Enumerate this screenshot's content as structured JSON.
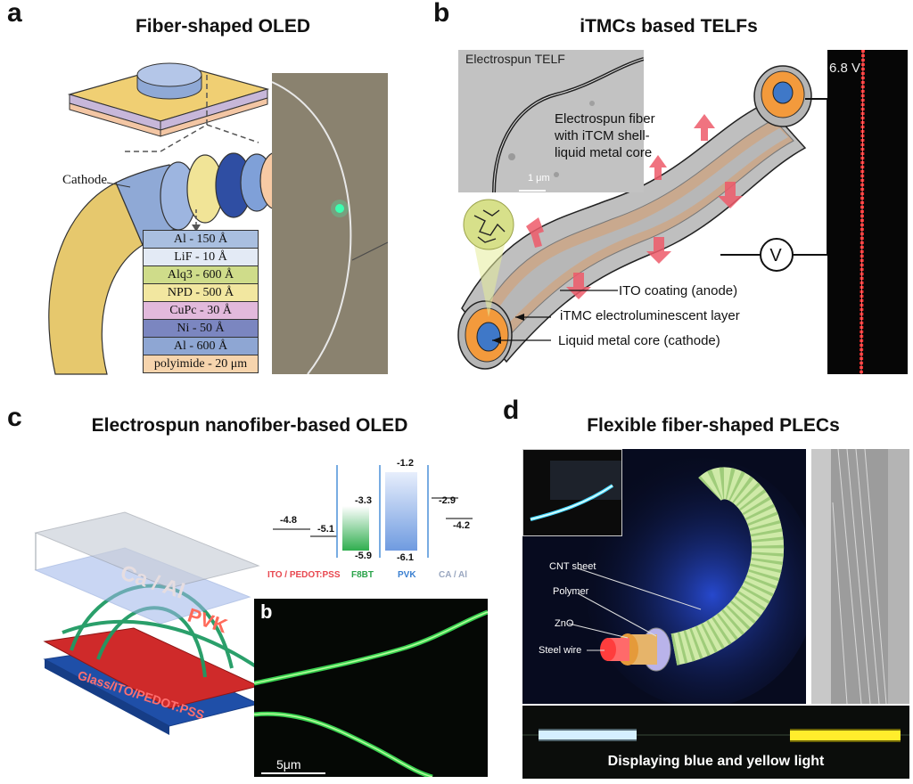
{
  "panels": {
    "a": {
      "letter": "a",
      "title": "Fiber-shaped OLED",
      "cathode_label": "Cathode",
      "layers": [
        {
          "label": "Al - 150 Å",
          "color": "#a9bfe0"
        },
        {
          "label": "LiF - 10 Å",
          "color": "#e3eaf5"
        },
        {
          "label": "Alq3 - 600 Å",
          "color": "#cfdc8a"
        },
        {
          "label": "NPD - 500 Å",
          "color": "#f2e7a0"
        },
        {
          "label": "CuPc - 30 Å",
          "color": "#e2b9dc"
        },
        {
          "label": "Ni - 50 Å",
          "color": "#7b86c0"
        },
        {
          "label": "Al - 600 Å",
          "color": "#8ea6d3"
        },
        {
          "label": "polyimide - 20 μm",
          "color": "#f6d4ad"
        }
      ]
    },
    "b": {
      "letter": "b",
      "title": "iTMCs based TELFs",
      "inset_label": "Electrospun TELF",
      "scale_label": "1 μm",
      "fiber_note_1": "Electrospun fiber",
      "fiber_note_2": "with iTCM shell-",
      "fiber_note_3": "liquid metal core",
      "voltage_symbol": "V",
      "voltage_reading": "6.8 V",
      "label_anode": "ITO coating (anode)",
      "label_layer": "iTMC electroluminescent layer",
      "label_core": "Liquid metal core (cathode)"
    },
    "c": {
      "letter": "c",
      "title": "Electrospun nanofiber-based OLED",
      "layer_labels": [
        "Ca / Al",
        "PVK",
        "Glass/ITO/PEDOT:PSS"
      ],
      "inset_letter": "b",
      "scale_label": "5μm",
      "energy": {
        "levels": [
          "-4.8",
          "-5.1",
          "-3.3",
          "-5.9",
          "-1.2",
          "-6.1",
          "-2.9",
          "-4.2"
        ],
        "materials": [
          {
            "label": "ITO / PEDOT:PSS",
            "color": "#e8474f"
          },
          {
            "label": "F8BT",
            "color": "#2aa34a"
          },
          {
            "label": "PVK",
            "color": "#3a7fd0"
          },
          {
            "label": "CA / Al",
            "color": "#9aa7c0"
          }
        ]
      }
    },
    "d": {
      "letter": "d",
      "title": "Flexible fiber-shaped PLECs",
      "labels": [
        "CNT sheet",
        "Polymer",
        "ZnO",
        "Steel wire"
      ],
      "caption": "Displaying blue and yellow light"
    }
  }
}
